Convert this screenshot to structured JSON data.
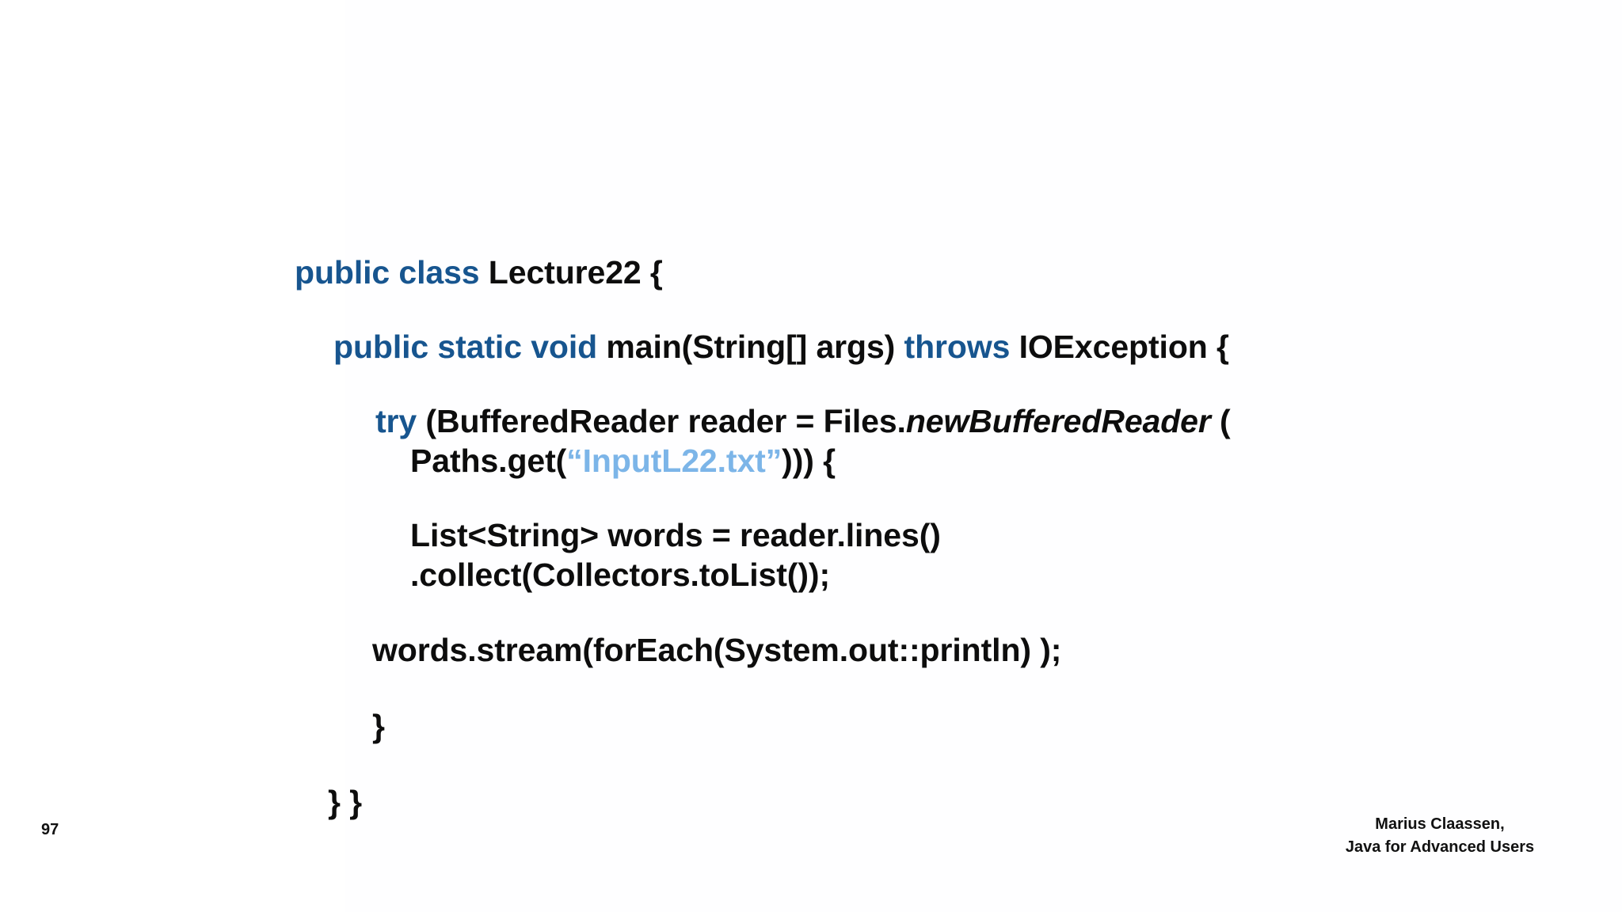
{
  "slide": {
    "page_number": "97",
    "footer": {
      "author": "Marius Claassen,",
      "course": "Java for Advanced Users"
    },
    "colors": {
      "keyword_blue": "#17558f",
      "string_blue": "#7cb5e8",
      "text_black": "#0d0d0d",
      "background": "#ffffff"
    }
  },
  "code": {
    "line_class": {
      "keyword": "public class",
      "rest": " Lecture22 {"
    },
    "line_main": {
      "keyword": "public static void",
      "signature": " main(String[] args) ",
      "keyword2": "throws",
      "rest": " IOException {"
    },
    "line_try": {
      "keyword": "try",
      "head": " (BufferedReader reader = Files.",
      "method_italic": "newBufferedReader",
      "tail": " ("
    },
    "line_paths": {
      "head": "Paths.get(",
      "string": "“InputL22.txt”",
      "tail": "))) {"
    },
    "line_list": {
      "text": "List<String> words = reader.lines()"
    },
    "line_collect": {
      "text": ".collect(Collectors.toList());"
    },
    "line_foreach": {
      "text": "words.stream(forEach(System.out::println) );"
    },
    "line_close_inner": {
      "text": "}"
    },
    "line_close_outer": {
      "text": "} }"
    }
  }
}
